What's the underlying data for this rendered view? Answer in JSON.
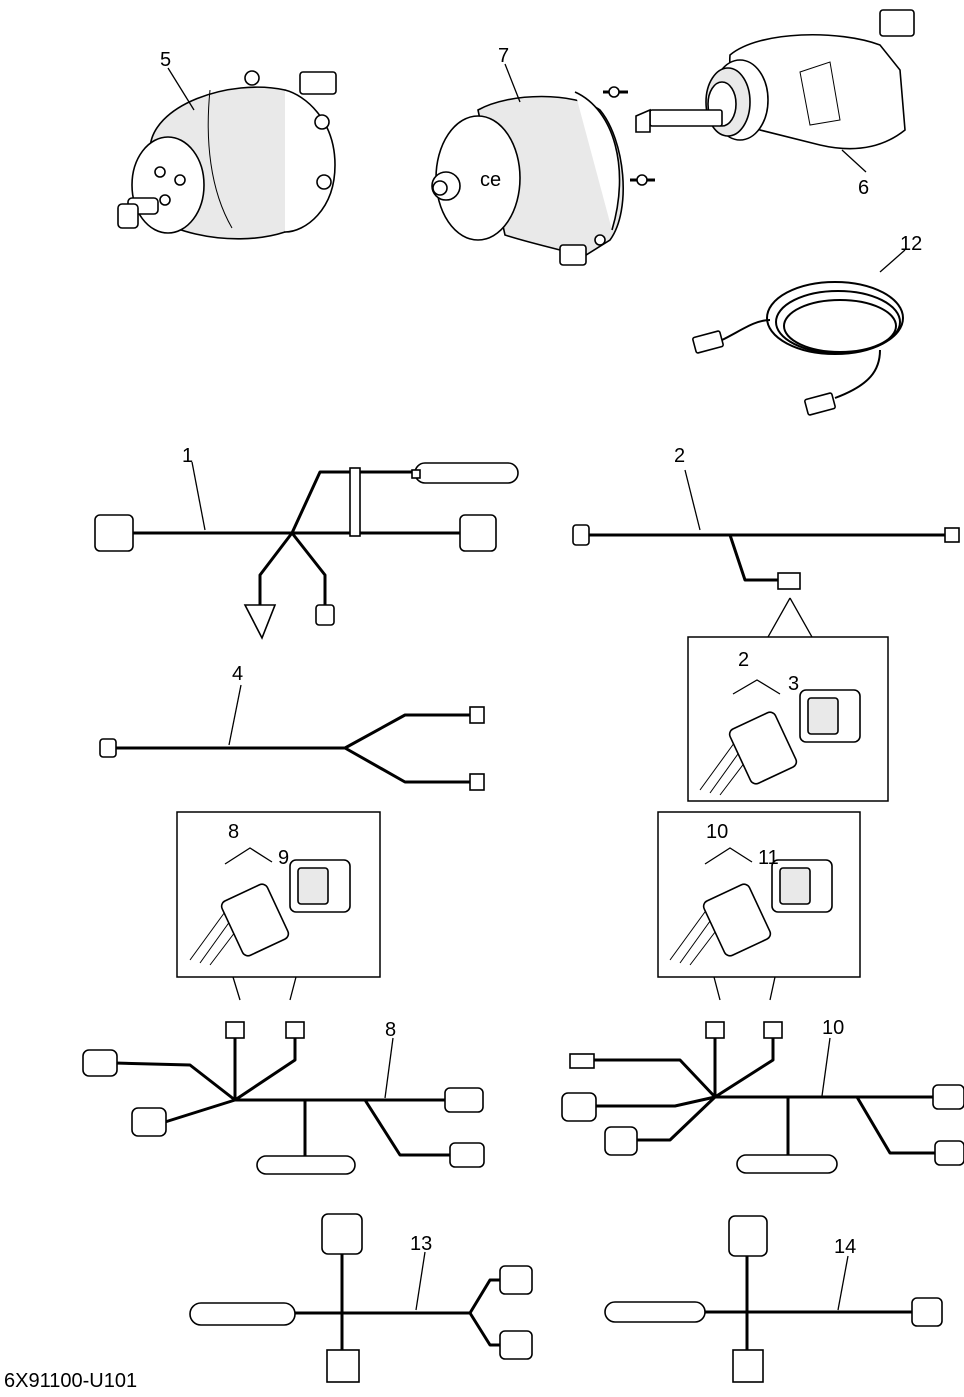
{
  "diagram": {
    "part_labels": [
      "1",
      "2",
      "3",
      "4",
      "5",
      "6",
      "7",
      "8",
      "9",
      "10",
      "11",
      "12",
      "13",
      "14"
    ],
    "detail_labels": {
      "detail_a": [
        "2",
        "3"
      ],
      "detail_b": [
        "8",
        "9"
      ],
      "detail_c": [
        "10",
        "11"
      ],
      "harness_8": "8",
      "harness_10": "10"
    },
    "code": "6X91100-U101"
  }
}
